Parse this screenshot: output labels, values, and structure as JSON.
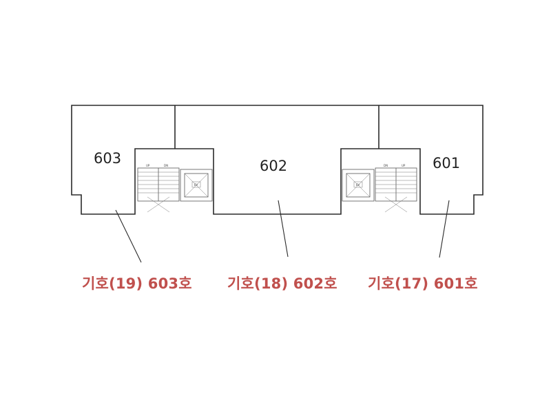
{
  "rooms": [
    {
      "label": "603"
    },
    {
      "label": "602"
    },
    {
      "label": "601"
    }
  ],
  "callouts": [
    {
      "text": "기호(19) 603호"
    },
    {
      "text": "기호(18) 602호"
    },
    {
      "text": "기호(17) 601호"
    }
  ],
  "colors": {
    "callout": "#c0504d",
    "wall": "#2a2a2a",
    "background": "#ffffff"
  }
}
